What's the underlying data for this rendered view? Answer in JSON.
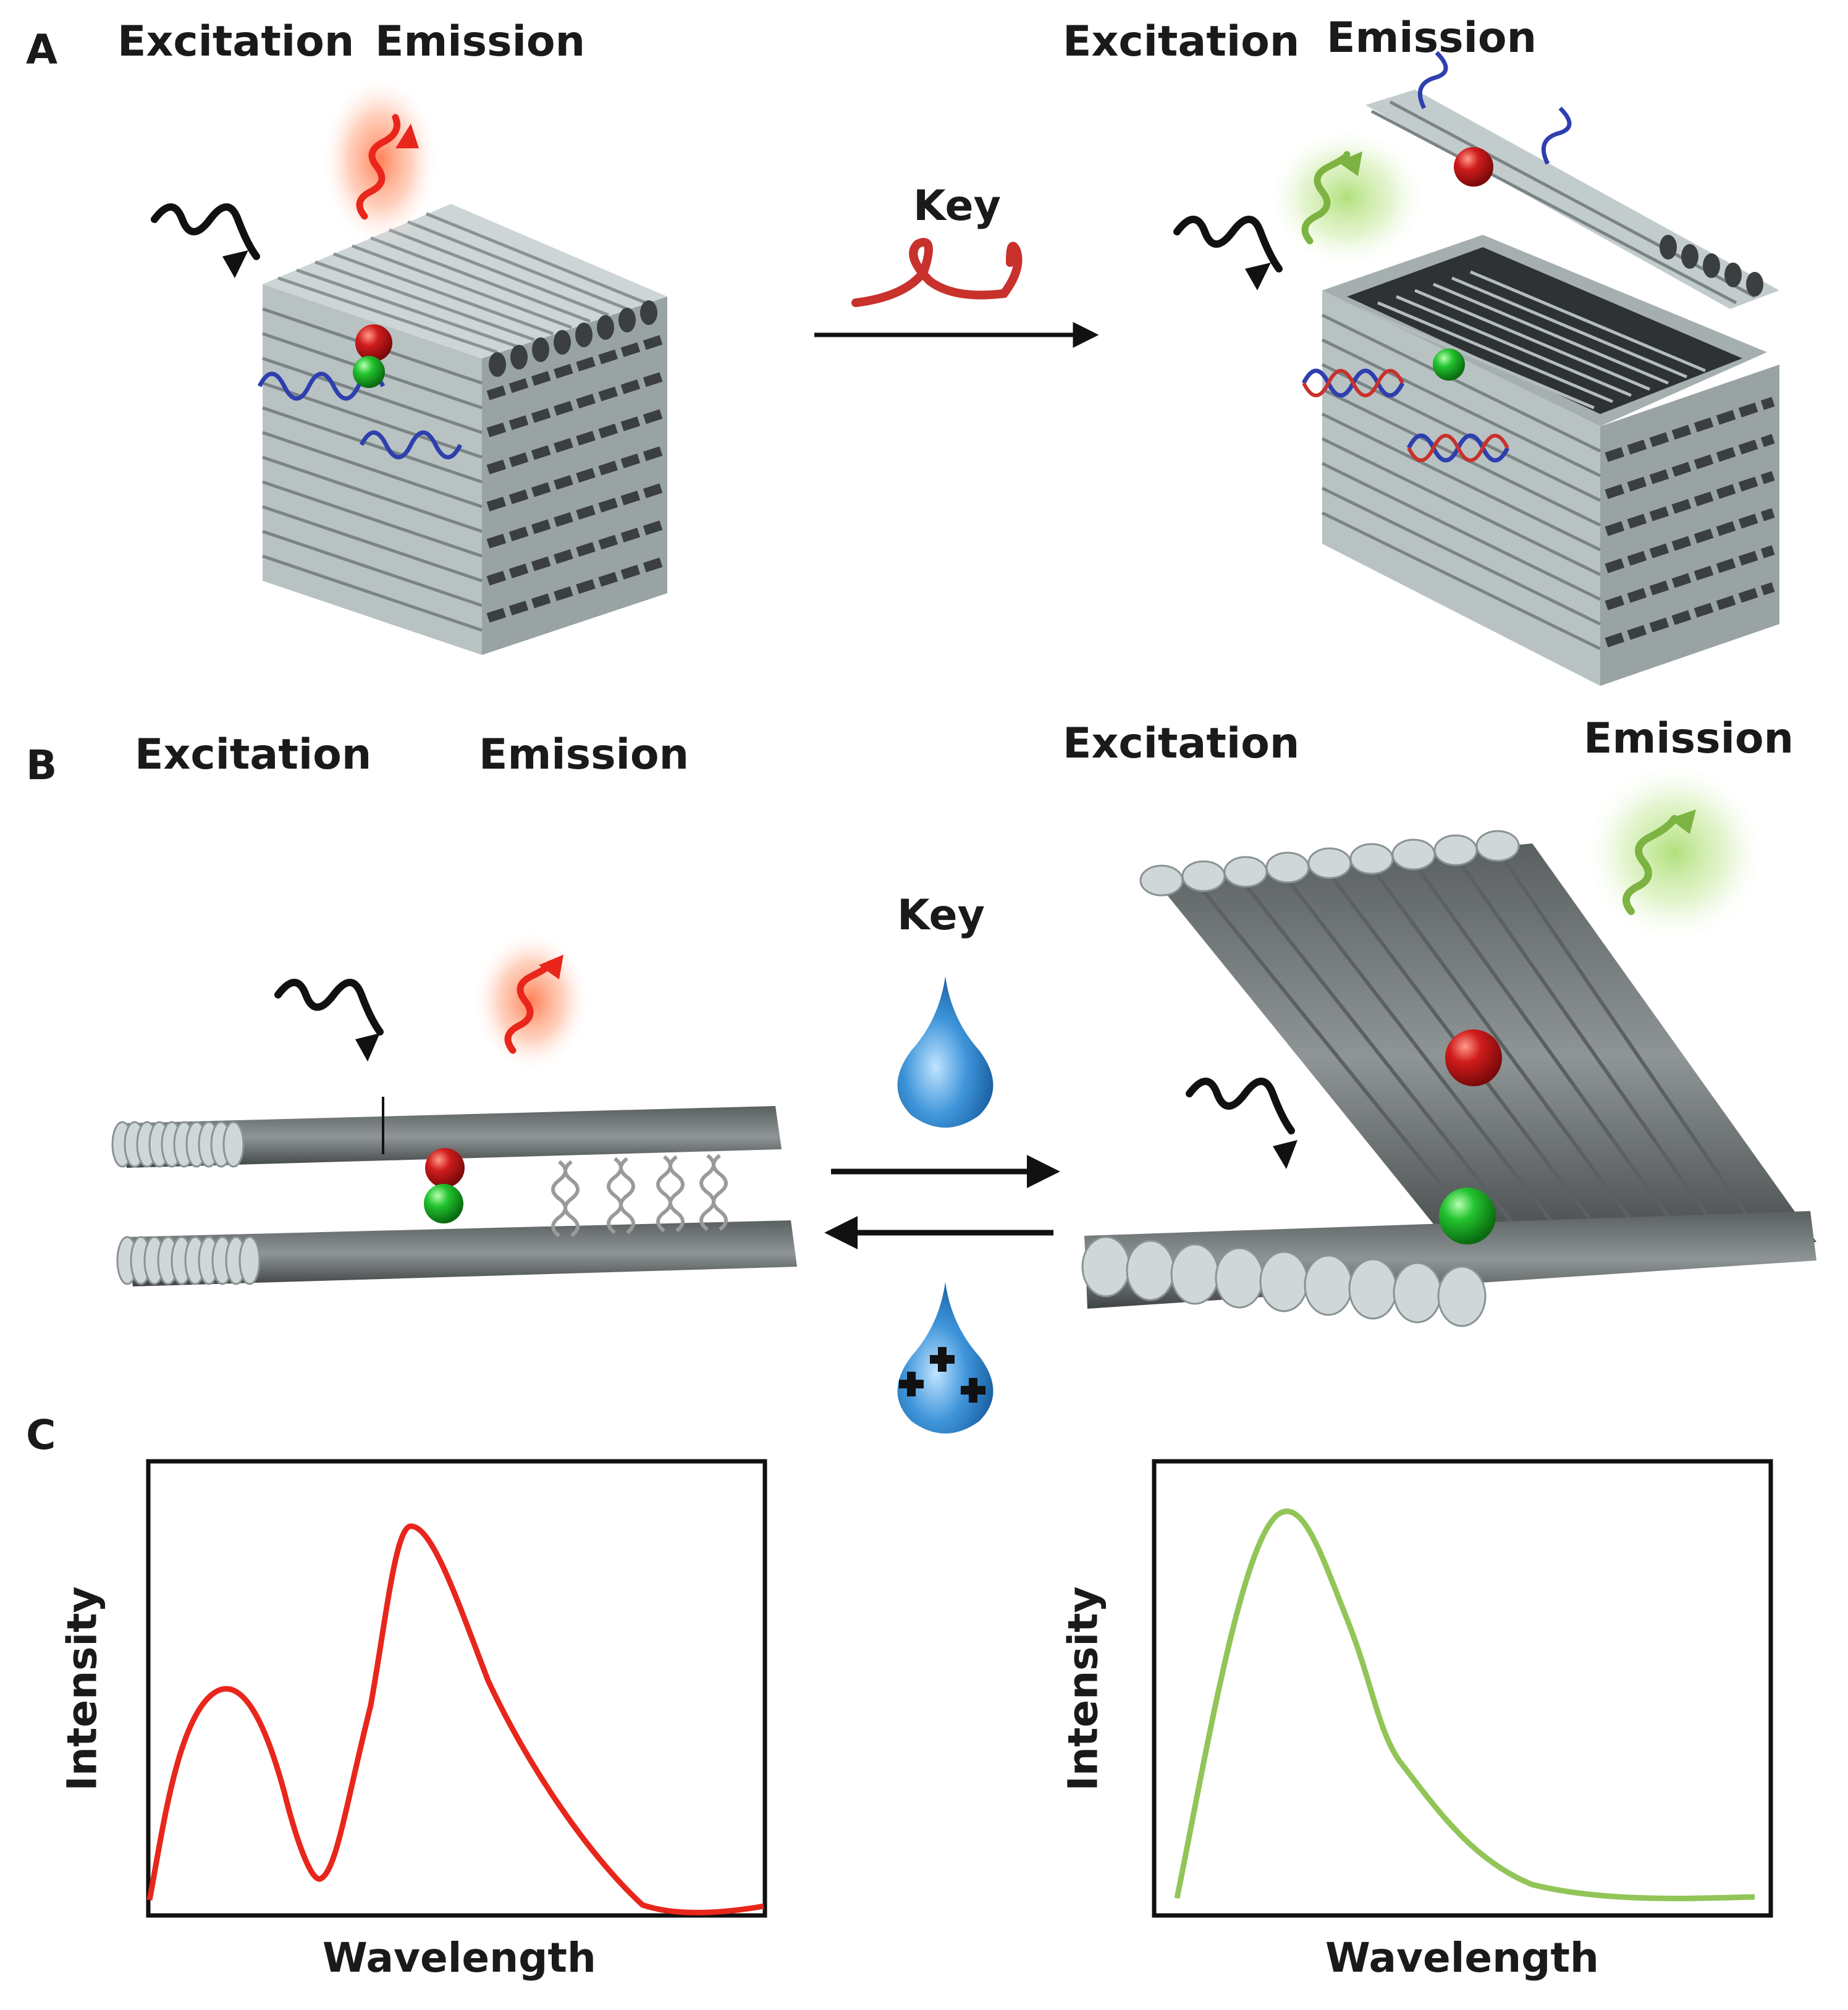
{
  "panel_a": {
    "letter": "A",
    "left_excitation": "Excitation",
    "left_emission": "Emission",
    "key": "Key",
    "right_excitation": "Excitation",
    "right_emission": "Emission"
  },
  "panel_b": {
    "letter": "B",
    "left_excitation": "Excitation",
    "left_emission": "Emission",
    "key": "Key",
    "right_excitation": "Excitation",
    "right_emission": "Emission"
  },
  "panel_c": {
    "letter": "C",
    "left_chart": {
      "ylabel": "Intensity",
      "xlabel": "Wavelength",
      "color": "#e8261c"
    },
    "right_chart": {
      "ylabel": "Intensity",
      "xlabel": "Wavelength",
      "color": "#92c558"
    }
  },
  "colors": {
    "rod": "#c3cccd",
    "rod_dark": "#3a3a3a",
    "red_emission": "#e8261c",
    "green_emission": "#8cc152",
    "donor": "#2fbf3a",
    "acceptor": "#c0141a",
    "dna": "#2e3fae",
    "key_strand": "#c8312c",
    "drop": "#3d8ed4"
  },
  "icons": [
    "excitation-wave-icon",
    "emission-wave-icon",
    "water-drop-icon",
    "cation-drop-icon",
    "arrow-icon"
  ]
}
